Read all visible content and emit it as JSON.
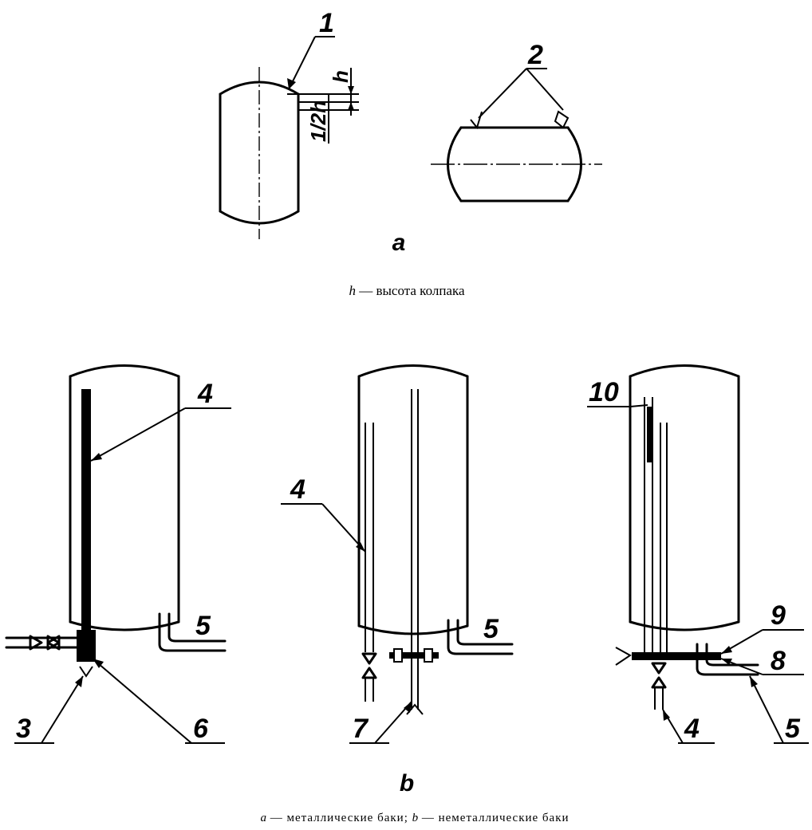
{
  "figure_a": {
    "panel_label": "a",
    "labels": {
      "l1": "1",
      "l2": "2"
    },
    "dims": {
      "h": "h",
      "half_h": "1/2h"
    },
    "caption": {
      "var": "h",
      "text": " — высота колпака"
    }
  },
  "figure_b": {
    "panel_label": "b",
    "tank1_labels": {
      "l4": "4",
      "l5": "5",
      "l3": "3",
      "l6": "6"
    },
    "tank2_labels": {
      "l4": "4",
      "l5": "5",
      "l7": "7"
    },
    "tank3_labels": {
      "l10": "10",
      "l9": "9",
      "l8": "8",
      "l4": "4",
      "l5": "5"
    }
  },
  "caption_bottom": {
    "a_var": "a",
    "a_text": " — металлические баки; ",
    "b_var": "b",
    "b_text": " — неметаллические баки"
  }
}
